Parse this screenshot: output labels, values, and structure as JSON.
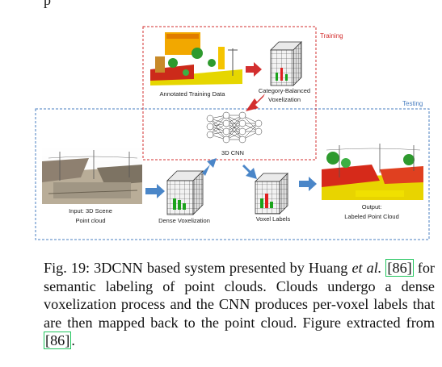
{
  "figure": {
    "zones": {
      "training": "Training",
      "testing": "Testing"
    },
    "labels": {
      "annotated": "Annotated Training Data",
      "category_balanced_1": "Category-Balanced",
      "category_balanced_2": "Voxelization",
      "cnn": "3D CNN",
      "input_1": "Input: 3D Scene",
      "input_2": "Point cloud",
      "dense": "Dense Voxelization",
      "voxel_labels": "Voxel Labels",
      "output_1": "Output:",
      "output_2": "Labeled Point Cloud"
    },
    "colors": {
      "training_box": "#d32f2f",
      "testing_box": "#4a7fc1",
      "arrow_red": "#d32f2f",
      "arrow_blue": "#4a86c8"
    }
  },
  "caption": {
    "prefix": "Fig. 19: 3DCNN based system presented by Huang ",
    "etal": "et al.",
    "ref1": "86",
    "mid": " for semantic labeling of point clouds. Clouds undergo a dense voxelization process and the CNN produces per-voxel labels that are then mapped back to the point cloud. Figure extracted from ",
    "ref2": "86",
    "suffix": "."
  }
}
